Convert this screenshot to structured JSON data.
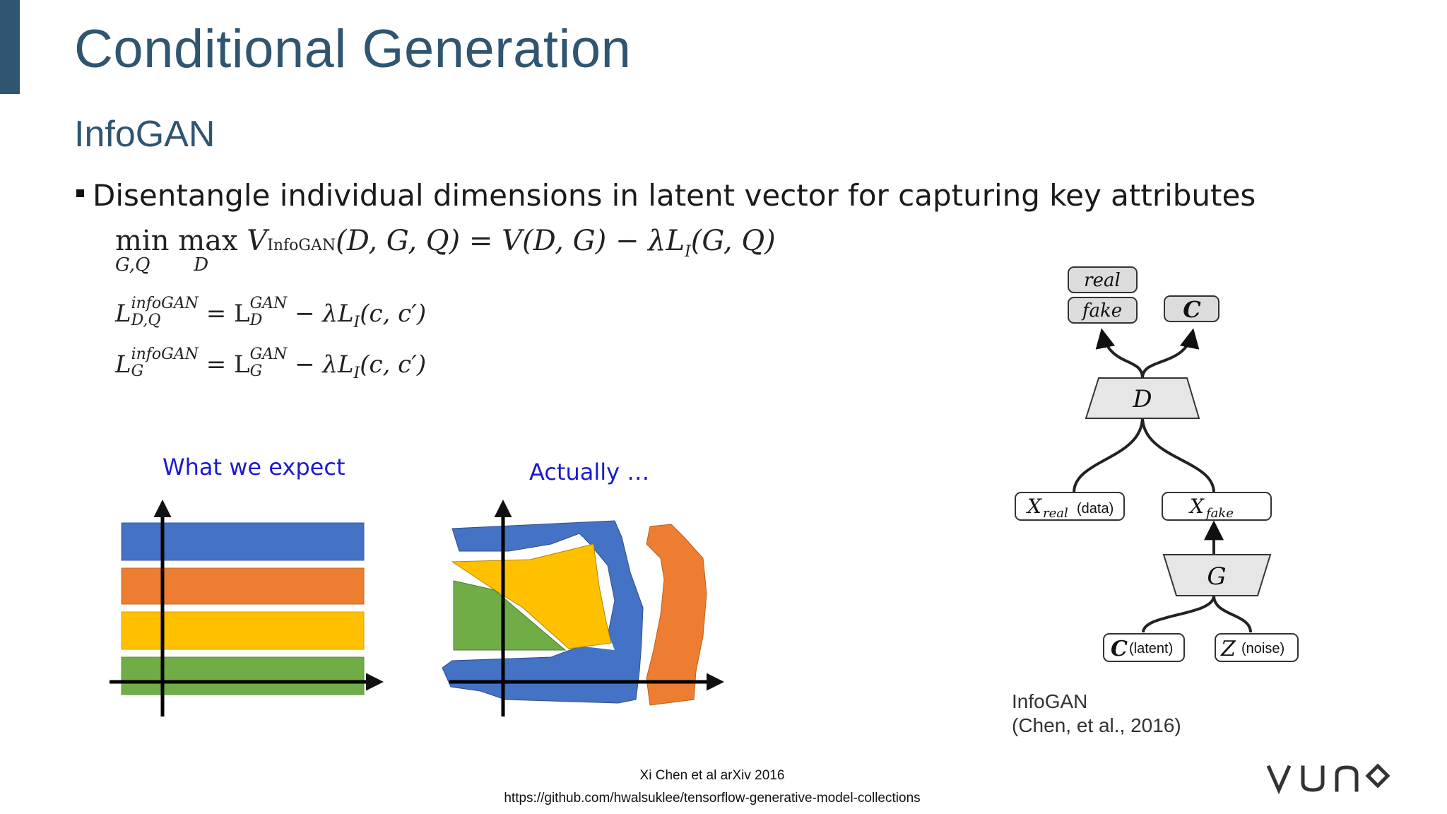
{
  "slide": {
    "title": "Conditional Generation",
    "subtitle": "InfoGAN",
    "bullet": "Disentangle individual dimensions in latent vector for capturing key attributes"
  },
  "equations": {
    "eq1": {
      "min": "min",
      "min_sub": "G,Q",
      "max": "max",
      "max_sub": "D",
      "v": "V",
      "v_sub": "InfoGAN",
      "rest": "(D, G, Q) = V(D, G) − λL",
      "l_sub": "I",
      "tail": "(G, Q)"
    },
    "eq2": {
      "lhs": "L",
      "lhs_sup": "infoGAN",
      "lhs_sub": "D,Q",
      "mid": " = L",
      "mid_sup": "GAN",
      "mid_sub": "D",
      "rhs": " − λL",
      "rhs_sub": "I",
      "tail": "(c, c′)"
    },
    "eq3": {
      "lhs": "L",
      "lhs_sup": "infoGAN",
      "lhs_sub": "G",
      "mid": " = L",
      "mid_sup": "GAN",
      "mid_sub": "G",
      "rhs": " − λL",
      "rhs_sub": "I",
      "tail": "(c, c′)"
    }
  },
  "illustrations": {
    "expect_label": "What we expect",
    "actual_label": "Actually …",
    "colors": {
      "blue": "#4472c4",
      "orange": "#ed7d31",
      "yellow": "#ffc000",
      "green": "#70ad47"
    }
  },
  "diagram": {
    "nodes": {
      "real": "real",
      "fake": "fake",
      "c_out": "C",
      "d": "D",
      "x_real": "X",
      "x_real_sub": "real",
      "x_real_note": "(data)",
      "x_fake": "X",
      "x_fake_sub": "fake",
      "g": "G",
      "c_in": "C",
      "c_in_note": "(latent)",
      "z": "Z",
      "z_note": "(noise)"
    },
    "caption_line1": "InfoGAN",
    "caption_line2": "(Chen, et al., 2016)"
  },
  "footer": {
    "citation": "Xi Chen et al arXiv 2016",
    "url": "https://github.com/hwalsuklee/tensorflow-generative-model-collections"
  },
  "logo": "VUNO"
}
